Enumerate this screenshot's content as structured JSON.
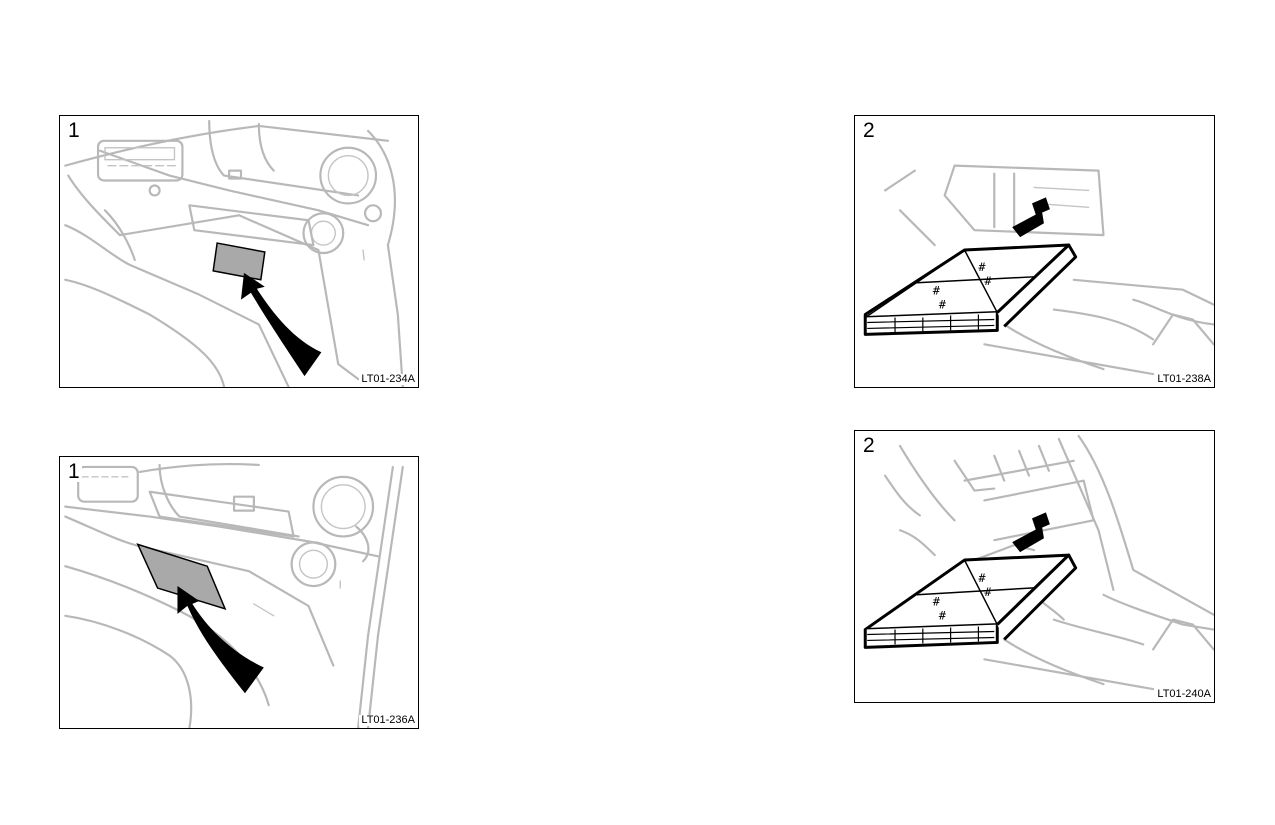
{
  "figures": [
    {
      "id": "fig-1a",
      "step": "1",
      "code": "LT01-234A"
    },
    {
      "id": "fig-1b",
      "step": "1",
      "code": "LT01-236A"
    },
    {
      "id": "fig-2a",
      "step": "2",
      "code": "LT01-238A"
    },
    {
      "id": "fig-2b",
      "step": "2",
      "code": "LT01-240A"
    }
  ],
  "colors": {
    "outline": "#b8b8b8",
    "ink": "#000000",
    "highlight": "#a9a9a9"
  }
}
